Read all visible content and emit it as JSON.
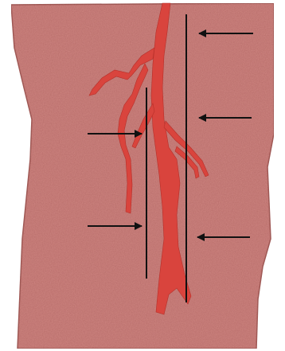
{
  "colors": {
    "background": "#ffffff",
    "tissue": "#cf8682",
    "tissue_edge": "#a9625e",
    "vessel": "#d9443d",
    "vessel_edge": "#b72f29",
    "line": "#111111"
  },
  "icons": {
    "arrow": "left-right-arrow",
    "incision": "vertical-line"
  },
  "arrows": {
    "right_side": {
      "count": 3,
      "direction": "left"
    },
    "left_side": {
      "count": 2,
      "direction": "right"
    }
  },
  "incision_lines": {
    "count": 2
  }
}
